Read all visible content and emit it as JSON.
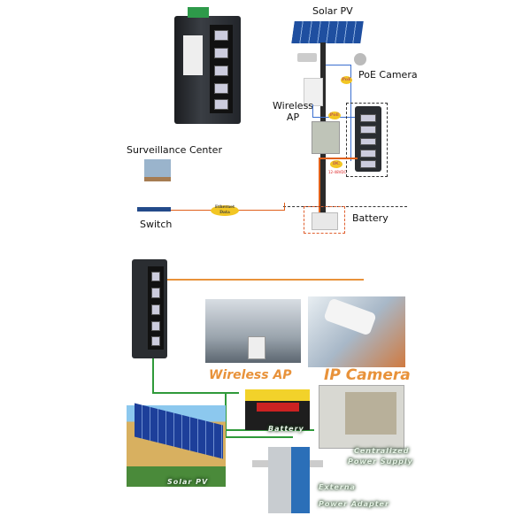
{
  "top": {
    "solar_pv": "Solar PV",
    "poe_camera": "PoE Camera",
    "wireless_ap": "Wireless\nAP",
    "surveillance_center": "Surveillance Center",
    "switch": "Switch",
    "battery": "Battery",
    "badges": {
      "poe1": "PoE",
      "poe2": "PoE",
      "dc": "DC",
      "voltage": "12-48VDC",
      "ethernet": "Ethernet Data"
    }
  },
  "bottom": {
    "wireless_ap": "Wireless AP",
    "ip_camera": "IP Camera",
    "battery": "Battery",
    "centralized_power_supply_1": "Centralized",
    "centralized_power_supply_2": "Power Supply",
    "solar_pv": "Solar PV",
    "external_1": "Externa",
    "external_2": "Power Adapter"
  },
  "colors": {
    "orange": "#e8923a",
    "green": "#2f9a3a",
    "blue": "#3a6fd0",
    "cable": "#e0601a"
  }
}
